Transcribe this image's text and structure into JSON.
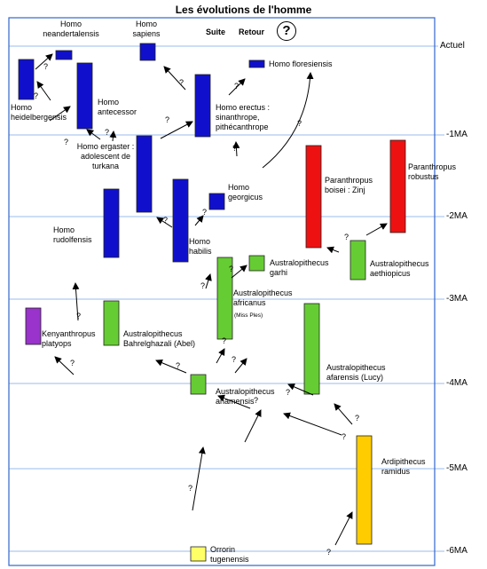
{
  "title": "Les évolutions de  l'homme",
  "nav": {
    "next": "Suite",
    "back": "Retour",
    "help": "?"
  },
  "time_axis": [
    "Actuel",
    "-1MA",
    "-2MA",
    "-3MA",
    "-4MA",
    "-5MA",
    "-6MA"
  ],
  "colors": {
    "homo": "#1010cc",
    "paranthropus": "#ee1111",
    "australopithecus": "#66cc33",
    "kenyanthropus": "#9933cc",
    "ardipithecus": "#ffcc00",
    "orrorin": "#ffff66",
    "frame": "#3366cc",
    "axis_line": "#99bbee"
  },
  "species": {
    "neanderthal": "Homo neandertalensis",
    "sapiens": "Homo sapiens",
    "floresiensis": "Homo floresiensis",
    "heidelbergensis": "Homo heidelbergensis",
    "antecessor": "Homo antecessor",
    "ergaster": "Homo ergaster : adolescent de turkana",
    "erectus": "Homo erectus : sinanthrope, pithécanthrope",
    "georgicus": "Homo georgicus",
    "rudolfensis": "Homo rudolfensis",
    "habilis": "Homo habilis",
    "boisei": "Paranthropus boisei : Zinj",
    "robustus": "Paranthropus robustus",
    "aethiopicus": "Australopithecus aethiopicus",
    "garhi": "Australopithecus garhi",
    "africanus": "Australopithecus africanus",
    "africanus_note": "(Miss Ples)",
    "kenyanthropus": "Kenyanthropus platyops",
    "bahrelghazali": "Australopithecus Bahrelghazali (Abel)",
    "anamensis": "Australopithecus anamensis",
    "afarensis": "Australopithecus afarensis (Lucy)",
    "ardipithecus": "Ardipithecus ramidus",
    "orrorin": "Orrorin tugenensis"
  },
  "question_mark": "?"
}
